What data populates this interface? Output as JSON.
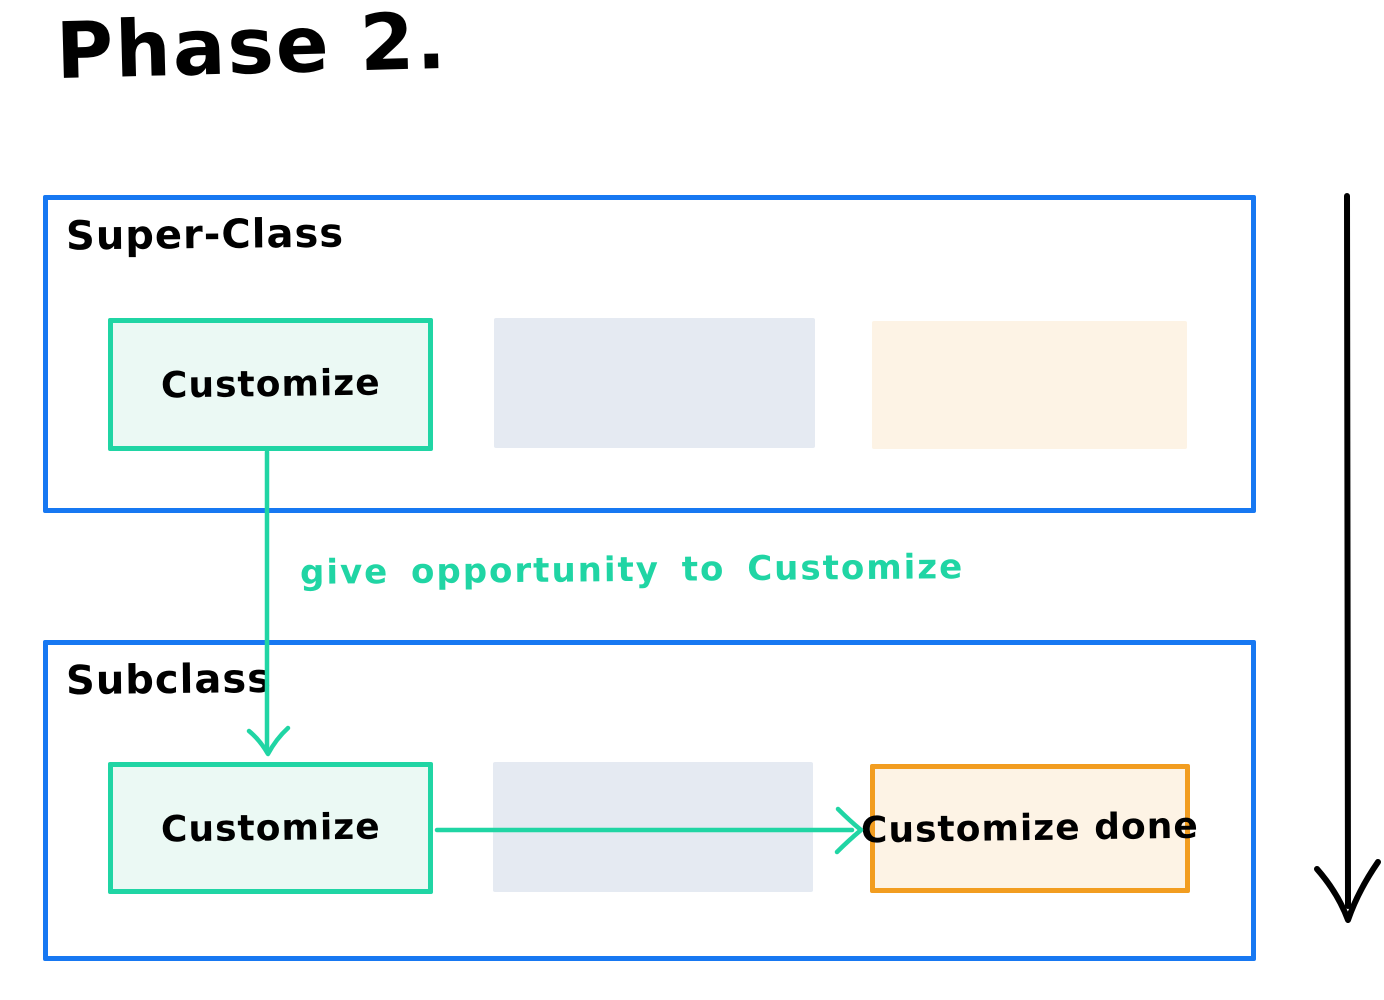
{
  "title": "Phase 2.",
  "colors": {
    "container_border_blue": "#1778f2",
    "accent_teal": "#20d5a4",
    "accent_orange": "#f29d20",
    "mint_fill": "#ebf9f4",
    "peach_fill": "#fdf3e5",
    "gray_fill": "#e5eaf2",
    "ink_black": "#000000"
  },
  "superclass": {
    "label": "Super-Class",
    "boxes": {
      "customize": "Customize"
    }
  },
  "flow_annotation": "give opportunity to Customize",
  "subclass": {
    "label": "Subclass",
    "boxes": {
      "customize": "Customize",
      "customize_done": "Customize done"
    }
  }
}
